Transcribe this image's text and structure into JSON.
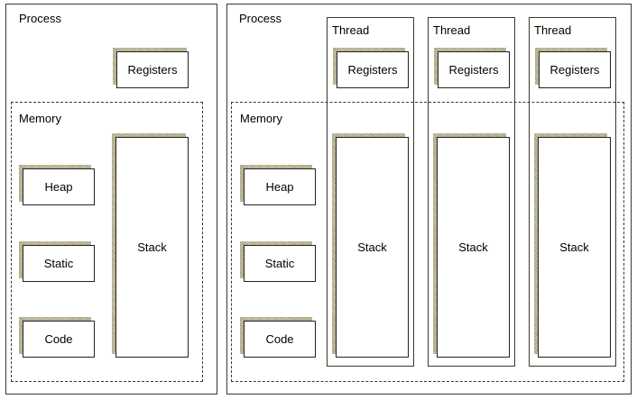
{
  "single_process": {
    "process_label": "Process",
    "registers_label": "Registers",
    "memory_label": "Memory",
    "heap_label": "Heap",
    "static_label": "Static",
    "code_label": "Code",
    "stack_label": "Stack"
  },
  "multi_process": {
    "process_label": "Process",
    "memory_label": "Memory",
    "heap_label": "Heap",
    "static_label": "Static",
    "code_label": "Code",
    "threads": [
      {
        "thread_label": "Thread",
        "registers_label": "Registers",
        "stack_label": "Stack"
      },
      {
        "thread_label": "Thread",
        "registers_label": "Registers",
        "stack_label": "Stack"
      },
      {
        "thread_label": "Thread",
        "registers_label": "Registers",
        "stack_label": "Stack"
      }
    ]
  },
  "colors": {
    "frame": "#3a3a2a",
    "shadow": "#9a9570"
  }
}
